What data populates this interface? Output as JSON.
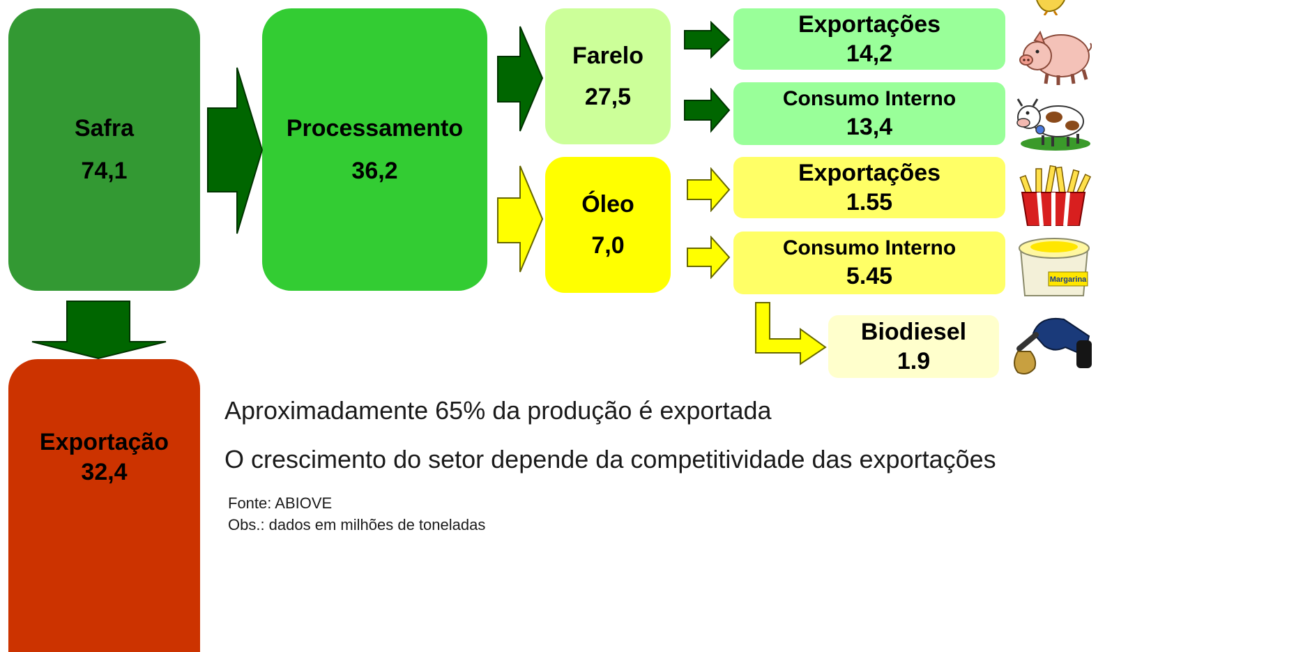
{
  "colors": {
    "safra": "#339933",
    "processamento": "#33cc33",
    "farelo": "#ccff99",
    "oleo": "#ffff00",
    "farelo_dest": "#99ff99",
    "oleo_dest": "#ffff66",
    "biodiesel": "#ffffcc",
    "exportacao": "#cc3300",
    "arrow_green": "#006600",
    "arrow_yellow": "#ffff00"
  },
  "nodes": {
    "safra": {
      "label": "Safra",
      "value": "74,1"
    },
    "processamento": {
      "label": "Processamento",
      "value": "36,2"
    },
    "farelo": {
      "label": "Farelo",
      "value": "27,5"
    },
    "oleo": {
      "label": "Óleo",
      "value": "7,0"
    },
    "farelo_exportacoes": {
      "label": "Exportações",
      "value": "14,2"
    },
    "farelo_consumo": {
      "label": "Consumo Interno",
      "value": "13,4"
    },
    "oleo_exportacoes": {
      "label": "Exportações",
      "value": "1.55"
    },
    "oleo_consumo": {
      "label": "Consumo Interno",
      "value": "5.45"
    },
    "biodiesel": {
      "label": "Biodiesel",
      "value": "1.9"
    },
    "exportacao": {
      "label": "Exportação",
      "value": "32,4"
    }
  },
  "icons": {
    "chicken": "chicken-icon",
    "pig": "pig-icon",
    "cow": "cow-icon",
    "fries": "french-fries-icon",
    "margarine": "margarine-tub-icon",
    "fuel": "fuel-nozzle-icon",
    "margarine_label": "Margarina"
  },
  "notes": {
    "line1": "Aproximadamente 65% da produção é exportada",
    "line2": "O crescimento do setor depende da competitividade das exportações",
    "source": "Fonte: ABIOVE",
    "obs": "Obs.: dados em milhões de toneladas"
  }
}
